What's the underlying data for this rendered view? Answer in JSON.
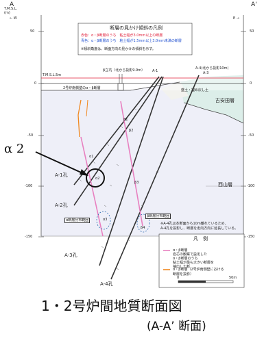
{
  "header": {
    "left_section": "A",
    "right_section": "A'",
    "elev_unit": "T.M.S.L.\n(m)",
    "west_arrow": "← W",
    "east_arrow": "E →"
  },
  "legend_box": {
    "title": "断層の見かけ傾斜の凡例",
    "red_key": "赤色：",
    "red_text": "α・β断層のうち　粘土幅が3.0mm以上の断層",
    "blue_key": "青色：",
    "blue_text": "α・β断層のうち　粘土幅が1.5mm以上3.0mm未満の断層",
    "note": "※傾斜角度は、断面方向の見かけの傾斜を示す。"
  },
  "axis": {
    "left_ticks": [
      "50",
      "0",
      "-50",
      "-100",
      "-150"
    ],
    "right_ticks": [
      "50",
      "0",
      "-50",
      "-100",
      "-150"
    ]
  },
  "labels": {
    "tmsl": "T.M.S.L.5m",
    "beta_wall": "β立坑（北から投影9.9m）",
    "a1_top": "A-1",
    "a4_proj": "A-4(北から投影10m)",
    "a3_top": "A-3",
    "reactor_fault": "2号炉南側壁のα・β断層",
    "fill": "盛土・埋め戻し土",
    "furuyasuda": "古安田層",
    "nishiyama": "西山層",
    "beta1": "β1",
    "beta2": "β2",
    "beta3": "β3",
    "beta4": "β4",
    "alpha1": "α1",
    "alpha2_small": "α2",
    "alpha3": "α3",
    "hole_a1": "A-1孔",
    "hole_a2": "A-2孔",
    "hole_a3": "A-3孔",
    "hole_a4": "A-4孔",
    "alpha_range": "α断層分布範囲",
    "beta_range": "β断層分布範囲",
    "a4_note1": "※A-4孔は本断面から10m離れているため、",
    "a4_note2": "A-4孔を投影し、断層を走向方向に延長している。",
    "alpha2_callout": "α 2"
  },
  "legend2": {
    "title": "凡　例",
    "pink_title": "α・β断層",
    "pink_desc1": "岩芯の観察で設定した",
    "pink_desc2": "α・β断層のうち",
    "pink_desc3": "粘土幅が最も大きい断層を",
    "pink_desc4": "抽出した断",
    "orange_title": "α・β断層（2号炉南側壁における",
    "orange_desc": "断層を投影）",
    "scale_zero": "0",
    "scale_fifty": "50m"
  },
  "caption": {
    "line1": "1・2号炉間地質断面図",
    "line2": "(A-A’ 断面)"
  },
  "colors": {
    "fault_red": "#e0203a",
    "fault_pink": "#e880c0",
    "bedrock_bg": "#eeeff8",
    "upper_bg": "#dfeef0",
    "borehole": "#333333",
    "fault_orange": "#f08820",
    "dashed_blue": "#2a6ab0"
  }
}
